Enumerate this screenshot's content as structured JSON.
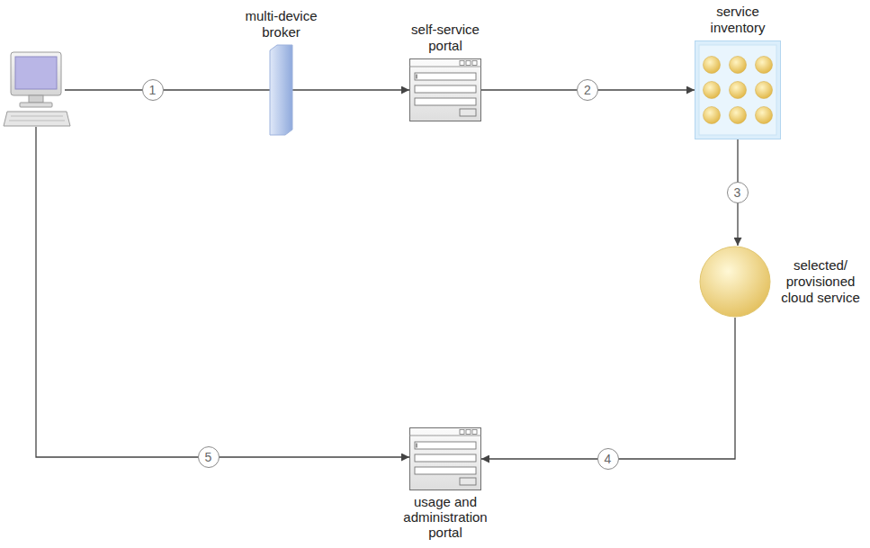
{
  "diagram": {
    "nodes": [
      {
        "text": [
          "multi-device broker"
        ]
      },
      {
        "text": [
          "self-service portal"
        ]
      },
      {
        "text": [
          "service inventory"
        ]
      },
      {
        "text": [
          "selected/ provisioned cloud service"
        ]
      },
      {
        "text": [
          "usage and administration portal"
        ]
      }
    ],
    "edges": [
      {
        "from": 0,
        "to": 1,
        "arrow": "to"
      },
      {
        "from": 1,
        "to": 2,
        "label": "2",
        "arrow": "to"
      },
      {
        "from": 2,
        "to": 3,
        "label": "3",
        "arrow": "to"
      },
      {
        "from": 3,
        "to": 4,
        "label": "4",
        "arrow": "to"
      }
    ],
    "labels": [
      "1",
      "5"
    ]
  }
}
